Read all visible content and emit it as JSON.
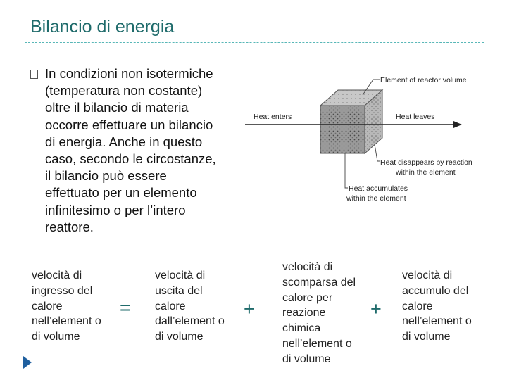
{
  "slide": {
    "title": "Bilancio di energia",
    "bullet": "In condizioni non isotermiche (temperatura non costante) oltre il bilancio di materia occorre effettuare un bilancio di energia.  Anche in questo caso,  secondo le circostanze, il bilancio può essere effettuato per un elemento infinitesimo o per l’intero reattore."
  },
  "diagram": {
    "element_label": "Element of reactor volume",
    "heat_enters": "Heat enters",
    "heat_leaves": "Heat leaves",
    "heat_disappears_1": "Heat disappears by reaction",
    "heat_disappears_2": "within the element",
    "heat_accumulates_1": "Heat accumulates",
    "heat_accumulates_2": "within the element"
  },
  "equation": {
    "term1": "velocità di ingresso del calore nell’element o di volume",
    "op1": "=",
    "term2": "velocità di uscita del calore dall’element o di volume",
    "op2": "+",
    "term3": "velocità di scomparsa del calore per reazione chimica nell’element o di volume",
    "op3": "+",
    "term4": "velocità di accumulo del calore nell’element o di volume"
  },
  "colors": {
    "title": "#1f6b6b",
    "rule": "#58b7b7",
    "nav_marker": "#1f5f9f"
  }
}
